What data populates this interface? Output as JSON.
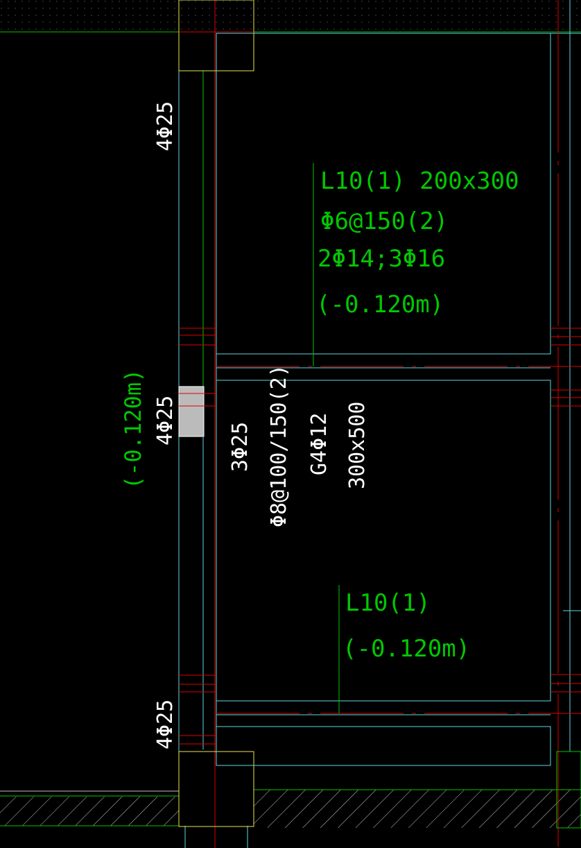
{
  "colors": {
    "background": "#000000",
    "green": "#00c800",
    "cyan": "#5fd7e0",
    "red": "#e00000",
    "yellow": "#e6e650",
    "white": "#ffffff",
    "gray": "#aaaaaa"
  },
  "annotations": {
    "col_top_rebar": "4Φ25",
    "col_mid_rebar": "4Φ25",
    "col_mid_elev": "(-0.120m)",
    "col_bot_rebar": "4Φ25",
    "beam_upper": {
      "line1": "L10(1) 200x300",
      "line2": "Φ6@150(2)",
      "line3": "2Φ14;3Φ16",
      "line4": "(-0.120m)"
    },
    "beam_lower": {
      "line1": "L10(1)",
      "line2": "(-0.120m)"
    },
    "girder": {
      "size": "300x500",
      "side": "G4Φ12",
      "stirrup": "Φ8@100/150(2)",
      "bottom": "3Φ25"
    }
  }
}
